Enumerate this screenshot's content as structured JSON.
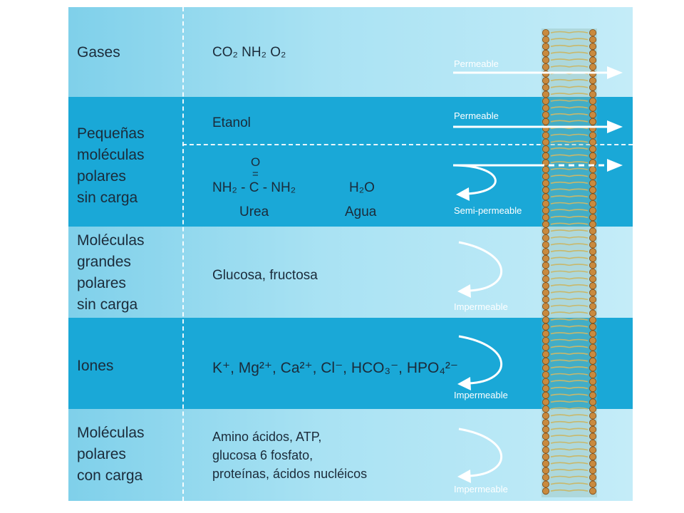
{
  "rows": [
    {
      "id": "gases",
      "category": "Gases",
      "molecules": "CO₂ NH₂ O₂",
      "arrow_label": "Permeable"
    },
    {
      "id": "small-polar",
      "category": "Pequeñas\nmoléculas\npolares\nsin carga",
      "molecules": "Etanol",
      "arrow_label": "Permeable"
    },
    {
      "id": "small-polar-2",
      "urea_o": "O",
      "urea_dbl": "=",
      "urea_formula": "NH₂ - C - NH₂",
      "urea_name": "Urea",
      "water_formula": "H₂O",
      "water_name": "Agua",
      "arrow_label": "Semi-permeable"
    },
    {
      "id": "large-polar",
      "category": "Moléculas\ngrandes\npolares\nsin carga",
      "molecules": "Glucosa, fructosa",
      "arrow_label": "Impermeable"
    },
    {
      "id": "ions",
      "category": "Iones",
      "molecules": "K⁺, Mg²⁺, Ca²⁺, Cl⁻, HCO₃⁻, HPO₄²⁻",
      "arrow_label": "Impermeable"
    },
    {
      "id": "charged-polar",
      "category": "Moléculas\npolares\ncon carga",
      "molecules": "Amino ácidos, ATP,\nglucosa 6 fosfato,\nproteínas, ácidos nucléicos",
      "arrow_label": "Impermeable"
    }
  ],
  "colors": {
    "light_band": "#a9e2f3",
    "dark_band": "#1aa8d7",
    "bead": "#c98a3e",
    "tail": "#c9b86a",
    "arrow": "#ffffff",
    "text": "#1b2b3a"
  }
}
